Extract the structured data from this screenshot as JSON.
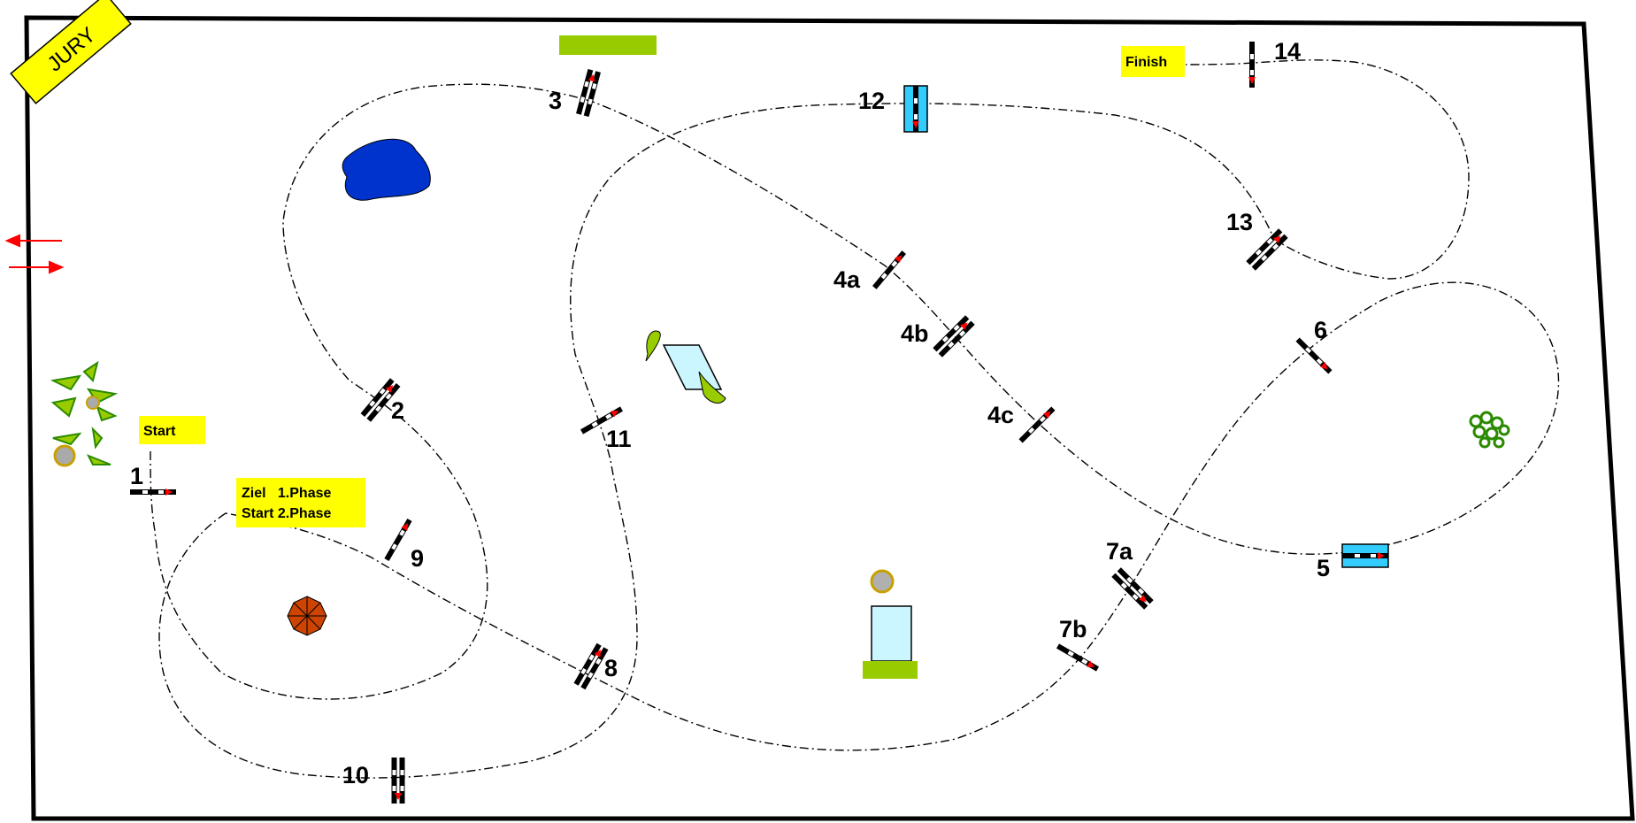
{
  "jury_label": "JURY",
  "start_label": "Start",
  "finish_label": "Finish",
  "phase_label_line1": "Ziel   1.Phase",
  "phase_label_line2": "Start 2.Phase",
  "obstacles": [
    "1",
    "2",
    "3",
    "4a",
    "4b",
    "4c",
    "5",
    "6",
    "7a",
    "7b",
    "8",
    "9",
    "10",
    "11",
    "12",
    "13",
    "14"
  ],
  "colors": {
    "label_bg": "#ffff00",
    "water": "#0033cc",
    "plank": "#99cc00",
    "liverpool": "#33ccff",
    "umbrella": "#cc4400",
    "direction_arrow": "#ff0000"
  }
}
